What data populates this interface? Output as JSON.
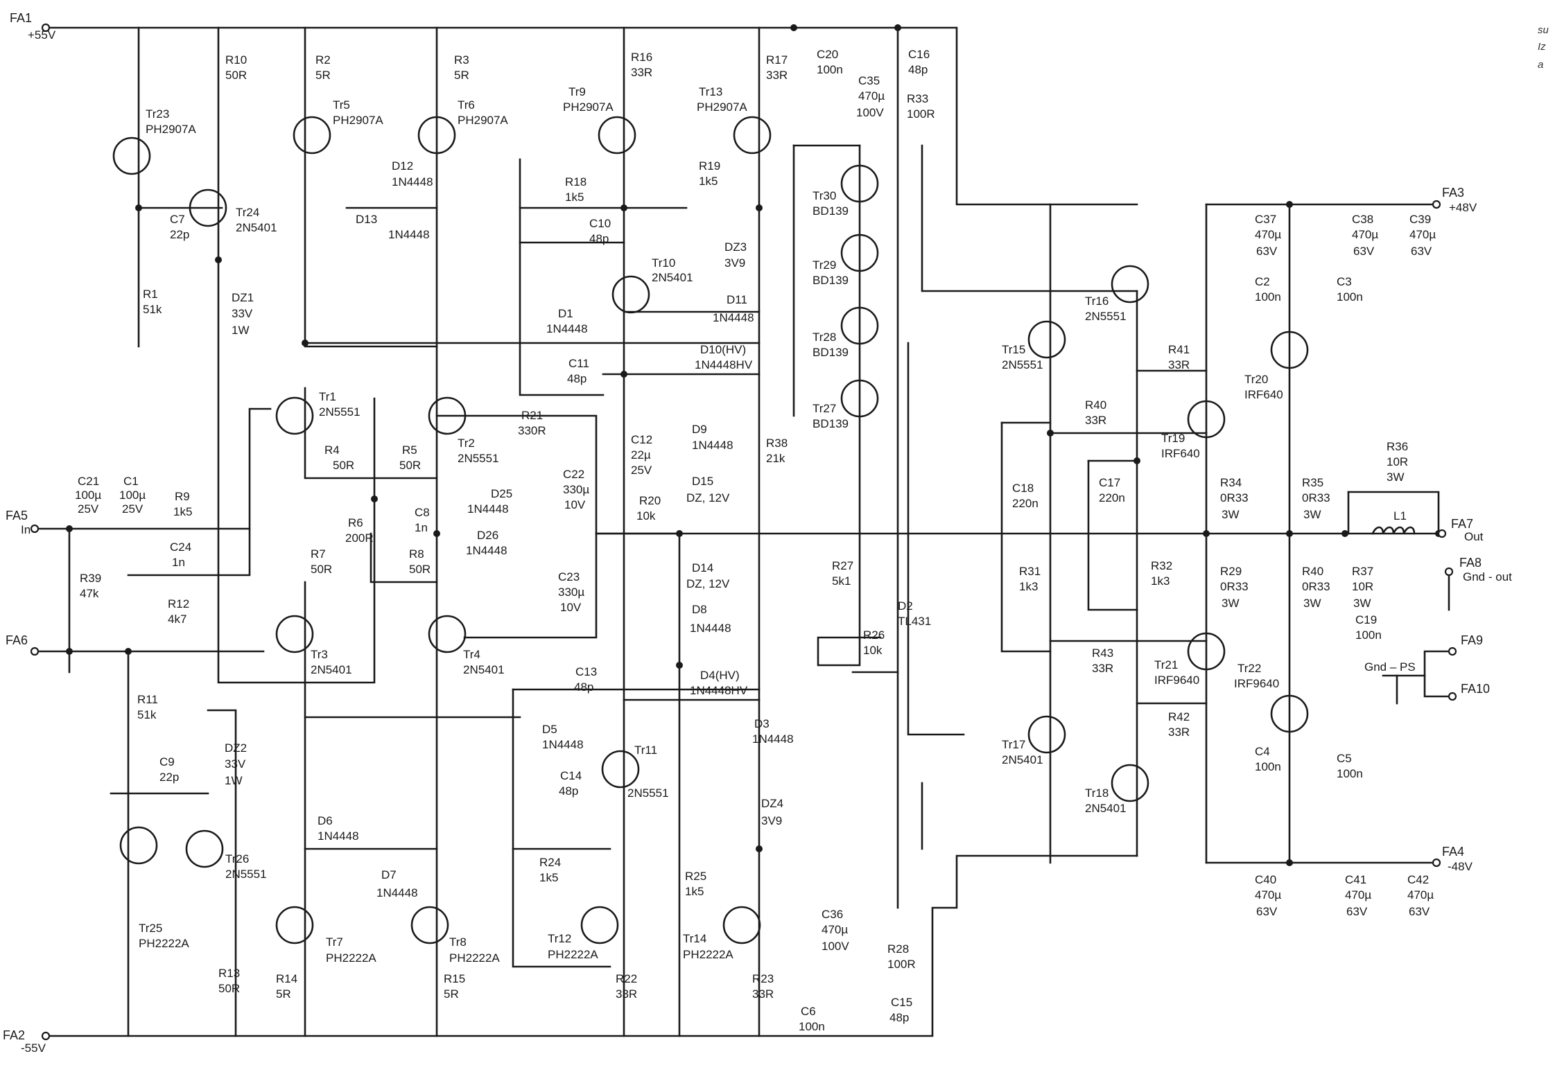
{
  "terminals": [
    {
      "id": "FA1",
      "name": "FA1",
      "sub": "+55V"
    },
    {
      "id": "FA2",
      "name": "FA2",
      "sub": "-55V"
    },
    {
      "id": "FA3",
      "name": "FA3",
      "sub": "+48V"
    },
    {
      "id": "FA4",
      "name": "FA4",
      "sub": "-48V"
    },
    {
      "id": "FA5",
      "name": "FA5",
      "sub": "In"
    },
    {
      "id": "FA6",
      "name": "FA6",
      "sub": ""
    },
    {
      "id": "FA7",
      "name": "FA7",
      "sub": "Out"
    },
    {
      "id": "FA8",
      "name": "FA8",
      "sub": "Gnd - out"
    },
    {
      "id": "FA9",
      "name": "FA9",
      "sub": ""
    },
    {
      "id": "FA10",
      "name": "FA10",
      "sub": ""
    }
  ],
  "gnd_ps_label": "Gnd – PS",
  "side_text": [
    "su",
    "Iz",
    "a"
  ],
  "transistors": [
    {
      "id": "Tr1",
      "ref": "Tr1",
      "part": "2N5551"
    },
    {
      "id": "Tr2",
      "ref": "Tr2",
      "part": "2N5551"
    },
    {
      "id": "Tr3",
      "ref": "Tr3",
      "part": "2N5401"
    },
    {
      "id": "Tr4",
      "ref": "Tr4",
      "part": "2N5401"
    },
    {
      "id": "Tr5",
      "ref": "Tr5",
      "part": "PH2907A"
    },
    {
      "id": "Tr6",
      "ref": "Tr6",
      "part": "PH2907A"
    },
    {
      "id": "Tr7",
      "ref": "Tr7",
      "part": "PH2222A"
    },
    {
      "id": "Tr8",
      "ref": "Tr8",
      "part": "PH2222A"
    },
    {
      "id": "Tr9",
      "ref": "Tr9",
      "part": "PH2907A"
    },
    {
      "id": "Tr10",
      "ref": "Tr10",
      "part": "2N5401"
    },
    {
      "id": "Tr11",
      "ref": "Tr11",
      "part": "2N5551"
    },
    {
      "id": "Tr12",
      "ref": "Tr12",
      "part": "PH2222A"
    },
    {
      "id": "Tr13",
      "ref": "Tr13",
      "part": "PH2907A"
    },
    {
      "id": "Tr14",
      "ref": "Tr14",
      "part": "PH2222A"
    },
    {
      "id": "Tr15",
      "ref": "Tr15",
      "part": "2N5551"
    },
    {
      "id": "Tr16",
      "ref": "Tr16",
      "part": "2N5551"
    },
    {
      "id": "Tr17",
      "ref": "Tr17",
      "part": "2N5401"
    },
    {
      "id": "Tr18",
      "ref": "Tr18",
      "part": "2N5401"
    },
    {
      "id": "Tr19",
      "ref": "Tr19",
      "part": "IRF640"
    },
    {
      "id": "Tr20",
      "ref": "Tr20",
      "part": "IRF640"
    },
    {
      "id": "Tr21",
      "ref": "Tr21",
      "part": "IRF9640"
    },
    {
      "id": "Tr22",
      "ref": "Tr22",
      "part": "IRF9640"
    },
    {
      "id": "Tr23",
      "ref": "Tr23",
      "part": "PH2907A"
    },
    {
      "id": "Tr24",
      "ref": "Tr24",
      "part": "2N5401"
    },
    {
      "id": "Tr25",
      "ref": "Tr25",
      "part": "PH2222A"
    },
    {
      "id": "Tr26",
      "ref": "Tr26",
      "part": "2N5551"
    },
    {
      "id": "Tr27",
      "ref": "Tr27",
      "part": "BD139"
    },
    {
      "id": "Tr28",
      "ref": "Tr28",
      "part": "BD139"
    },
    {
      "id": "Tr29",
      "ref": "Tr29",
      "part": "BD139"
    },
    {
      "id": "Tr30",
      "ref": "Tr30",
      "part": "BD139"
    }
  ],
  "resistors": [
    {
      "id": "R1",
      "ref": "R1",
      "value": "51k"
    },
    {
      "id": "R2",
      "ref": "R2",
      "value": "5R"
    },
    {
      "id": "R3",
      "ref": "R3",
      "value": "5R"
    },
    {
      "id": "R4",
      "ref": "R4",
      "value": "50R"
    },
    {
      "id": "R5",
      "ref": "R5",
      "value": "50R"
    },
    {
      "id": "R6",
      "ref": "R6",
      "value": "200R"
    },
    {
      "id": "R7",
      "ref": "R7",
      "value": "50R"
    },
    {
      "id": "R8",
      "ref": "R8",
      "value": "50R"
    },
    {
      "id": "R9",
      "ref": "R9",
      "value": "1k5"
    },
    {
      "id": "R10",
      "ref": "R10",
      "value": "50R"
    },
    {
      "id": "R11",
      "ref": "R11",
      "value": "51k"
    },
    {
      "id": "R12",
      "ref": "R12",
      "value": "4k7"
    },
    {
      "id": "R13",
      "ref": "R13",
      "value": "50R"
    },
    {
      "id": "R14",
      "ref": "R14",
      "value": "5R"
    },
    {
      "id": "R15",
      "ref": "R15",
      "value": "5R"
    },
    {
      "id": "R16",
      "ref": "R16",
      "value": "33R"
    },
    {
      "id": "R17",
      "ref": "R17",
      "value": "33R"
    },
    {
      "id": "R18",
      "ref": "R18",
      "value": "1k5"
    },
    {
      "id": "R19",
      "ref": "R19",
      "value": "1k5"
    },
    {
      "id": "R20",
      "ref": "R20",
      "value": "10k"
    },
    {
      "id": "R21",
      "ref": "R21",
      "value": "330R"
    },
    {
      "id": "R22",
      "ref": "R22",
      "value": "33R"
    },
    {
      "id": "R23",
      "ref": "R23",
      "value": "33R"
    },
    {
      "id": "R24",
      "ref": "R24",
      "value": "1k5"
    },
    {
      "id": "R25",
      "ref": "R25",
      "value": "1k5"
    },
    {
      "id": "R26",
      "ref": "R26",
      "value": "10k"
    },
    {
      "id": "R27",
      "ref": "R27",
      "value": "5k1"
    },
    {
      "id": "R28",
      "ref": "R28",
      "value": "100R"
    },
    {
      "id": "R29",
      "ref": "R29",
      "value": "0R33",
      "extra": "3W"
    },
    {
      "id": "R30",
      "ref": "R40",
      "value": "0R33",
      "extra": "3W"
    },
    {
      "id": "R31",
      "ref": "R31",
      "value": "1k3"
    },
    {
      "id": "R32",
      "ref": "R32",
      "value": "1k3"
    },
    {
      "id": "R33",
      "ref": "R33",
      "value": "100R"
    },
    {
      "id": "R34",
      "ref": "R34",
      "value": "0R33",
      "extra": "3W"
    },
    {
      "id": "R35",
      "ref": "R35",
      "value": "0R33",
      "extra": "3W"
    },
    {
      "id": "R36",
      "ref": "R36",
      "value": "10R",
      "extra": "3W"
    },
    {
      "id": "R37",
      "ref": "R37",
      "value": "10R",
      "extra": "3W"
    },
    {
      "id": "R38",
      "ref": "R38",
      "value": "21k"
    },
    {
      "id": "R39",
      "ref": "R39",
      "value": "47k"
    },
    {
      "id": "R40",
      "ref": "R40",
      "value": "33R"
    },
    {
      "id": "R41",
      "ref": "R41",
      "value": "33R"
    },
    {
      "id": "R42",
      "ref": "R42",
      "value": "33R"
    },
    {
      "id": "R43",
      "ref": "R43",
      "value": "33R"
    }
  ],
  "capacitors": [
    {
      "id": "C1",
      "ref": "C1",
      "value": "100µ",
      "extra": "25V"
    },
    {
      "id": "C2",
      "ref": "C2",
      "value": "100n"
    },
    {
      "id": "C3",
      "ref": "C3",
      "value": "100n"
    },
    {
      "id": "C4",
      "ref": "C4",
      "value": "100n"
    },
    {
      "id": "C5",
      "ref": "C5",
      "value": "100n"
    },
    {
      "id": "C6",
      "ref": "C6",
      "value": "100n"
    },
    {
      "id": "C7",
      "ref": "C7",
      "value": "22p"
    },
    {
      "id": "C8",
      "ref": "C8",
      "value": "1n"
    },
    {
      "id": "C9",
      "ref": "C9",
      "value": "22p"
    },
    {
      "id": "C10",
      "ref": "C10",
      "value": "48p"
    },
    {
      "id": "C11",
      "ref": "C11",
      "value": "48p"
    },
    {
      "id": "C12",
      "ref": "C12",
      "value": "22µ",
      "extra": "25V"
    },
    {
      "id": "C13",
      "ref": "C13",
      "value": "48p"
    },
    {
      "id": "C14",
      "ref": "C14",
      "value": "48p"
    },
    {
      "id": "C15",
      "ref": "C15",
      "value": "48p"
    },
    {
      "id": "C16",
      "ref": "C16",
      "value": "48p"
    },
    {
      "id": "C17",
      "ref": "C17",
      "value": "220n"
    },
    {
      "id": "C18",
      "ref": "C18",
      "value": "220n"
    },
    {
      "id": "C19",
      "ref": "C19",
      "value": "100n"
    },
    {
      "id": "C20",
      "ref": "C20",
      "value": "100n"
    },
    {
      "id": "C21",
      "ref": "C21",
      "value": "100µ",
      "extra": "25V"
    },
    {
      "id": "C22",
      "ref": "C22",
      "value": "330µ",
      "extra": "10V"
    },
    {
      "id": "C23",
      "ref": "C23",
      "value": "330µ",
      "extra": "10V"
    },
    {
      "id": "C24",
      "ref": "C24",
      "value": "1n"
    },
    {
      "id": "C35",
      "ref": "C35",
      "value": "470µ",
      "extra": "100V"
    },
    {
      "id": "C36",
      "ref": "C36",
      "value": "470µ",
      "extra": "100V"
    },
    {
      "id": "C37",
      "ref": "C37",
      "value": "470µ",
      "extra": "63V"
    },
    {
      "id": "C38",
      "ref": "C38",
      "value": "470µ",
      "extra": "63V"
    },
    {
      "id": "C39",
      "ref": "C39",
      "value": "470µ",
      "extra": "63V"
    },
    {
      "id": "C40",
      "ref": "C40",
      "value": "470µ",
      "extra": "63V"
    },
    {
      "id": "C41",
      "ref": "C41",
      "value": "470µ",
      "extra": "63V"
    },
    {
      "id": "C42",
      "ref": "C42",
      "value": "470µ",
      "extra": "63V"
    }
  ],
  "diodes": [
    {
      "id": "D1",
      "ref": "D1",
      "part": "1N4448"
    },
    {
      "id": "D2",
      "ref": "D2",
      "part": "TL431"
    },
    {
      "id": "D3",
      "ref": "D3",
      "part": "1N4448"
    },
    {
      "id": "D4",
      "ref": "D4(HV)",
      "part": "1N4448HV"
    },
    {
      "id": "D5",
      "ref": "D5",
      "part": "1N4448"
    },
    {
      "id": "D6",
      "ref": "D6",
      "part": "1N4448"
    },
    {
      "id": "D7",
      "ref": "D7",
      "part": "1N4448"
    },
    {
      "id": "D8",
      "ref": "D8",
      "part": "1N4448"
    },
    {
      "id": "D9",
      "ref": "D9",
      "part": "1N4448"
    },
    {
      "id": "D10",
      "ref": "D10(HV)",
      "part": "1N4448HV"
    },
    {
      "id": "D11",
      "ref": "D11",
      "part": "1N4448"
    },
    {
      "id": "D12",
      "ref": "D12",
      "part": "1N4448"
    },
    {
      "id": "D13",
      "ref": "D13",
      "part": "1N4448"
    },
    {
      "id": "D14",
      "ref": "D14",
      "part": "DZ, 12V"
    },
    {
      "id": "D15",
      "ref": "D15",
      "part": "DZ, 12V"
    },
    {
      "id": "D25",
      "ref": "D25",
      "part": "1N4448"
    },
    {
      "id": "D26",
      "ref": "D26",
      "part": "1N4448"
    },
    {
      "id": "DZ1",
      "ref": "DZ1",
      "part": "33V",
      "extra": "1W"
    },
    {
      "id": "DZ2",
      "ref": "DZ2",
      "part": "33V",
      "extra": "1W"
    },
    {
      "id": "DZ3",
      "ref": "DZ3",
      "part": "3V9"
    },
    {
      "id": "DZ4",
      "ref": "DZ4",
      "part": "3V9"
    }
  ],
  "inductors": [
    {
      "id": "L1",
      "ref": "L1"
    }
  ]
}
